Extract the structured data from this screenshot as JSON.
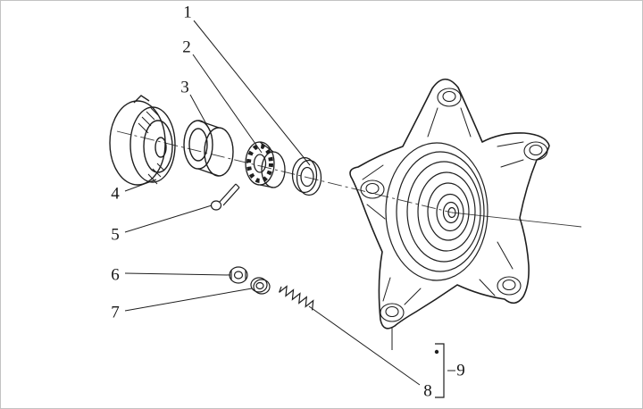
{
  "figure": {
    "kind": "exploded-parts-diagram",
    "labels": [
      "1",
      "2",
      "3",
      "4",
      "5",
      "6",
      "7",
      "8",
      "9"
    ],
    "colors": {
      "line": "#1f1f1f",
      "background": "#ffffff",
      "frame": "#c2c2c2"
    }
  }
}
